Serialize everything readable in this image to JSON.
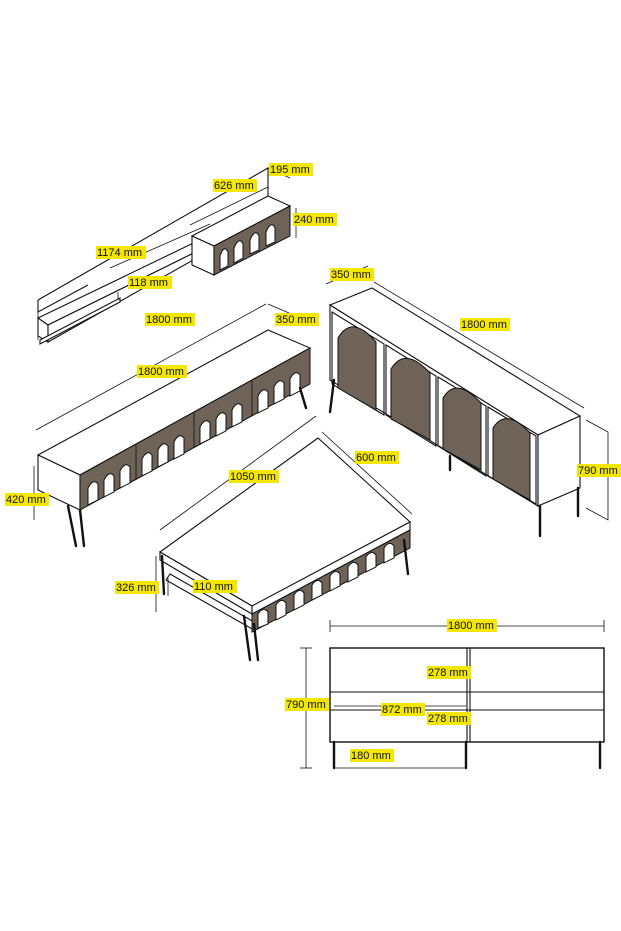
{
  "labels": {
    "wall_shelf_depth": "195 mm",
    "wall_cabinet_width": "626 mm",
    "wall_cabinet_height": "240 mm",
    "wall_shelf_width": "1174 mm",
    "wall_shelf_height": "118 mm",
    "wall_shelf_total": "1800 mm",
    "tv_depth": "350 mm",
    "tv_width": "1800 mm",
    "tv_height": "420 mm",
    "sideboard_depth": "350 mm",
    "sideboard_width": "1800 mm",
    "sideboard_height": "790 mm",
    "coffee_width": "1050 mm",
    "coffee_depth": "600 mm",
    "coffee_height": "326 mm",
    "coffee_shelf": "110 mm",
    "front_width": "1800 mm",
    "front_shelf_upper": "278 mm",
    "front_height": "790 mm",
    "front_inner": "872 mm",
    "front_shelf_lower": "278 mm",
    "front_leg": "180 mm"
  }
}
